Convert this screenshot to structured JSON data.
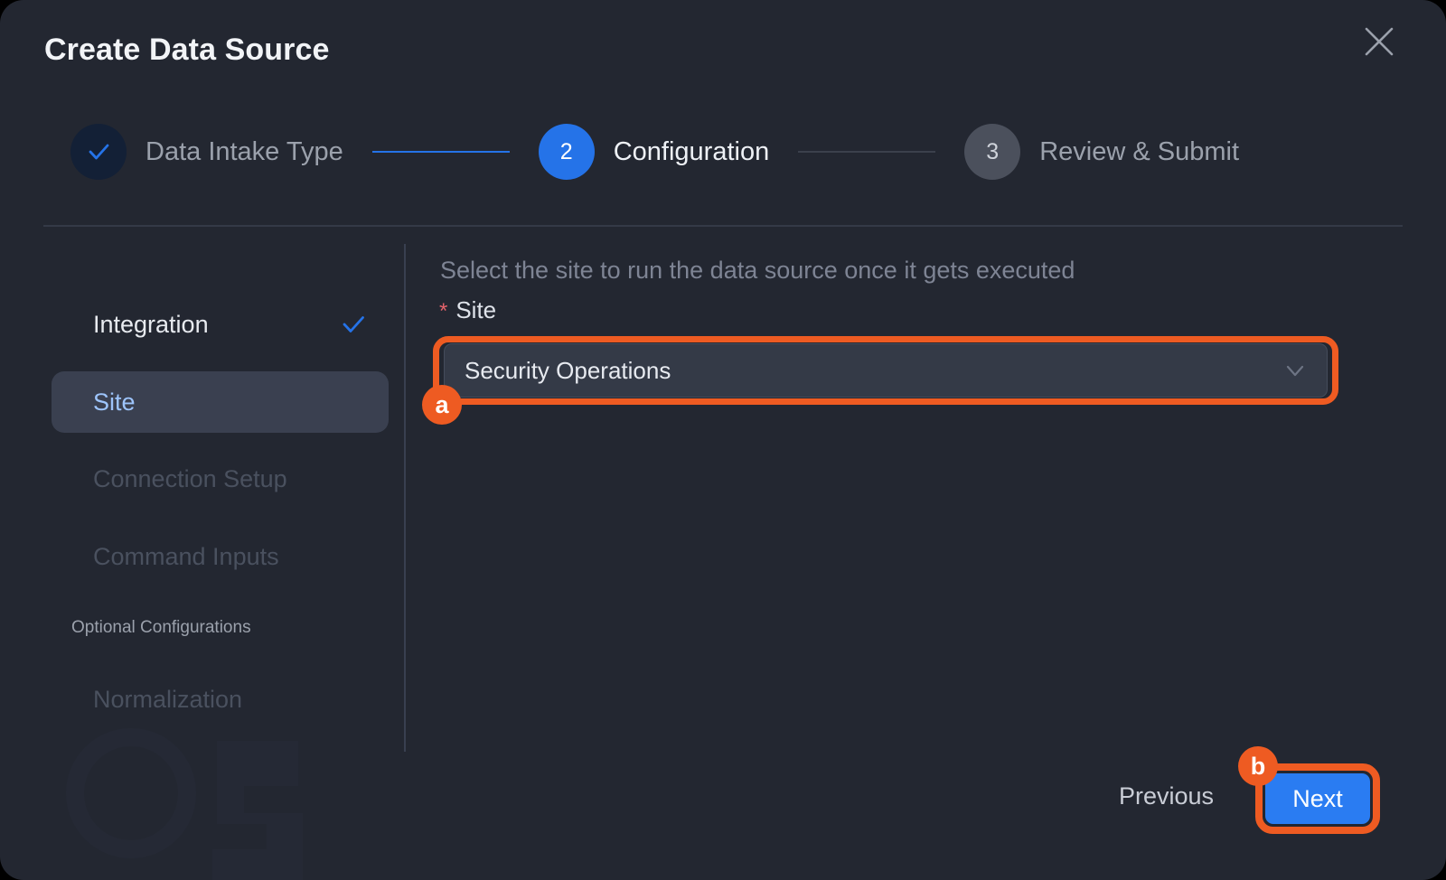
{
  "dialog": {
    "title": "Create Data Source",
    "close_icon": "close-icon",
    "background_color": "#232731"
  },
  "stepper": {
    "steps": [
      {
        "number": "1",
        "label": "Data Intake Type",
        "state": "done",
        "icon": "check-icon"
      },
      {
        "number": "2",
        "label": "Configuration",
        "state": "active"
      },
      {
        "number": "3",
        "label": "Review & Submit",
        "state": "todo"
      }
    ],
    "connector_filled_color": "#2573e8",
    "connector_empty_color": "#3b404c",
    "active_color": "#2573e8"
  },
  "side_nav": {
    "items": [
      {
        "label": "Integration",
        "state": "completed",
        "icon": "check-icon"
      },
      {
        "label": "Site",
        "state": "active"
      },
      {
        "label": "Connection Setup",
        "state": "disabled"
      },
      {
        "label": "Command Inputs",
        "state": "disabled"
      }
    ],
    "optional_heading": "Optional Configurations",
    "optional_items": [
      {
        "label": "Normalization",
        "state": "disabled"
      }
    ],
    "active_color": "#9dc4fb"
  },
  "main": {
    "description": "Select the site to run the data source once it gets executed",
    "required_marker": "*",
    "field_label": "Site",
    "select": {
      "value": "Security Operations",
      "icon": "chevron-down-icon"
    }
  },
  "footer": {
    "previous_label": "Previous",
    "next_label": "Next",
    "next_color": "#2a7cf2"
  },
  "annotations": {
    "highlight_color": "#ee5b22",
    "markers": [
      {
        "id": "a",
        "target": "site-select"
      },
      {
        "id": "b",
        "target": "next-button"
      }
    ]
  }
}
